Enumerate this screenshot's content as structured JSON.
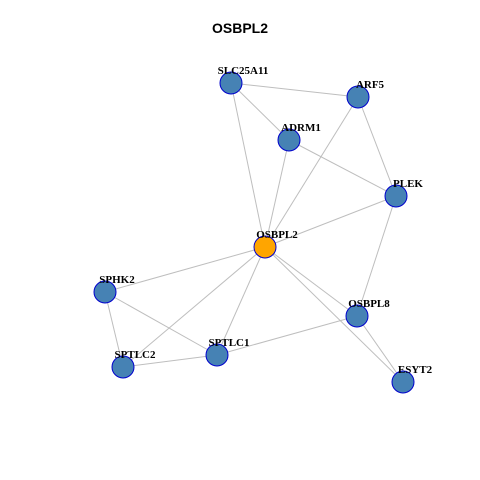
{
  "title": "OSBPL2",
  "colors": {
    "center_node": "#FFA500",
    "node_fill": "#4682B4",
    "node_border": "#0000CD",
    "edge": "#BEBEBE",
    "background": "#FFFFFF"
  },
  "nodes": [
    {
      "id": "OSBPL2",
      "label": "OSBPL2",
      "center": true
    },
    {
      "id": "SLC25A11",
      "label": "SLC25A11",
      "center": false
    },
    {
      "id": "ARF5",
      "label": "ARF5",
      "center": false
    },
    {
      "id": "ADRM1",
      "label": "ADRM1",
      "center": false
    },
    {
      "id": "PLEK",
      "label": "PLEK",
      "center": false
    },
    {
      "id": "SPHK2",
      "label": "SPHK2",
      "center": false
    },
    {
      "id": "OSBPL8",
      "label": "OSBPL8",
      "center": false
    },
    {
      "id": "SPTLC1",
      "label": "SPTLC1",
      "center": false
    },
    {
      "id": "SPTLC2",
      "label": "SPTLC2",
      "center": false
    },
    {
      "id": "ESYT2",
      "label": "ESYT2",
      "center": false
    }
  ],
  "edges": [
    [
      "SLC25A11",
      "ARF5"
    ],
    [
      "SLC25A11",
      "ADRM1"
    ],
    [
      "SLC25A11",
      "OSBPL2"
    ],
    [
      "ARF5",
      "PLEK"
    ],
    [
      "ARF5",
      "OSBPL2"
    ],
    [
      "ADRM1",
      "PLEK"
    ],
    [
      "ADRM1",
      "OSBPL2"
    ],
    [
      "PLEK",
      "OSBPL2"
    ],
    [
      "PLEK",
      "OSBPL8"
    ],
    [
      "OSBPL2",
      "SPHK2"
    ],
    [
      "OSBPL2",
      "SPTLC2"
    ],
    [
      "OSBPL2",
      "SPTLC1"
    ],
    [
      "OSBPL2",
      "OSBPL8"
    ],
    [
      "OSBPL2",
      "ESYT2"
    ],
    [
      "SPHK2",
      "SPTLC2"
    ],
    [
      "SPHK2",
      "SPTLC1"
    ],
    [
      "SPTLC2",
      "SPTLC1"
    ],
    [
      "SPTLC1",
      "OSBPL8"
    ],
    [
      "OSBPL8",
      "ESYT2"
    ]
  ]
}
